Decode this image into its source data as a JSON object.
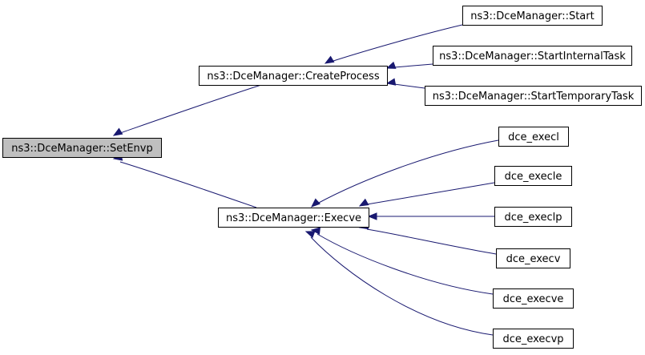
{
  "graph": {
    "edge_color": "#191970",
    "root_fill": "#bfbfbf",
    "nodes": [
      {
        "id": "setenvp",
        "label": "ns3::DceManager::SetEnvp",
        "root": true
      },
      {
        "id": "createprocess",
        "label": "ns3::DceManager::CreateProcess"
      },
      {
        "id": "execve",
        "label": "ns3::DceManager::Execve"
      },
      {
        "id": "start",
        "label": "ns3::DceManager::Start"
      },
      {
        "id": "startinternaltask",
        "label": "ns3::DceManager::StartInternalTask"
      },
      {
        "id": "starttemporarytask",
        "label": "ns3::DceManager::StartTemporaryTask"
      },
      {
        "id": "dce_execl",
        "label": "dce_execl"
      },
      {
        "id": "dce_execle",
        "label": "dce_execle"
      },
      {
        "id": "dce_execlp",
        "label": "dce_execlp"
      },
      {
        "id": "dce_execv",
        "label": "dce_execv"
      },
      {
        "id": "dce_execve",
        "label": "dce_execve"
      },
      {
        "id": "dce_execvp",
        "label": "dce_execvp"
      }
    ],
    "edges": [
      {
        "from": "createprocess",
        "to": "setenvp"
      },
      {
        "from": "execve",
        "to": "setenvp"
      },
      {
        "from": "start",
        "to": "createprocess"
      },
      {
        "from": "startinternaltask",
        "to": "createprocess"
      },
      {
        "from": "starttemporarytask",
        "to": "createprocess"
      },
      {
        "from": "dce_execl",
        "to": "execve"
      },
      {
        "from": "dce_execle",
        "to": "execve"
      },
      {
        "from": "dce_execlp",
        "to": "execve"
      },
      {
        "from": "dce_execv",
        "to": "execve"
      },
      {
        "from": "dce_execve",
        "to": "execve"
      },
      {
        "from": "dce_execvp",
        "to": "execve"
      }
    ]
  }
}
